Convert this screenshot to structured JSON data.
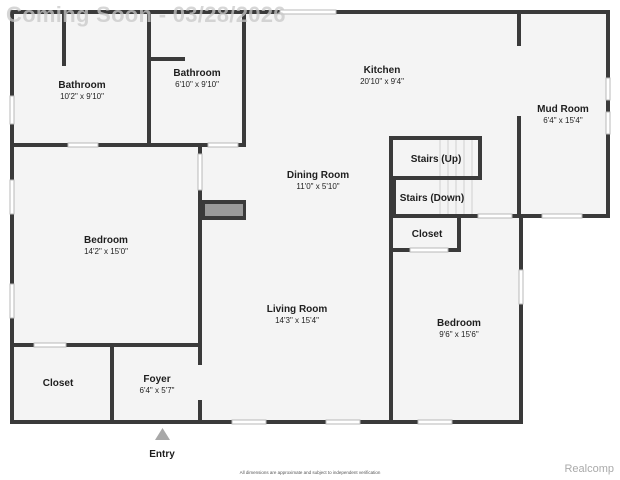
{
  "watermark": "Coming Soon - 03/28/2026",
  "rooms": {
    "bathroom_left": {
      "name": "Bathroom",
      "dims": "10'2\" x 9'10\""
    },
    "bathroom_right": {
      "name": "Bathroom",
      "dims": "6'10\" x 9'10\""
    },
    "kitchen": {
      "name": "Kitchen",
      "dims": "20'10\" x 9'4\""
    },
    "mud_room": {
      "name": "Mud Room",
      "dims": "6'4\" x 15'4\""
    },
    "dining_room": {
      "name": "Dining Room",
      "dims": "11'0\" x 5'10\""
    },
    "stairs_up": {
      "name": "Stairs (Up)"
    },
    "stairs_down": {
      "name": "Stairs (Down)"
    },
    "bedroom_left": {
      "name": "Bedroom",
      "dims": "14'2\" x 15'0\""
    },
    "closet_right": {
      "name": "Closet"
    },
    "living_room": {
      "name": "Living Room",
      "dims": "14'3\" x 15'4\""
    },
    "bedroom_right": {
      "name": "Bedroom",
      "dims": "9'6\" x 15'6\""
    },
    "closet_left": {
      "name": "Closet"
    },
    "foyer": {
      "name": "Foyer",
      "dims": "6'4\" x 5'7\""
    }
  },
  "entry_label": "Entry",
  "disclaimer": "All dimensions are approximate and subject to independent verification",
  "brand": "Realcomp",
  "colors": {
    "wall": "#3a3a3a",
    "floor": "#f4f4f4",
    "text": "#1e1e1e",
    "watermark": "#c8c8c8"
  }
}
